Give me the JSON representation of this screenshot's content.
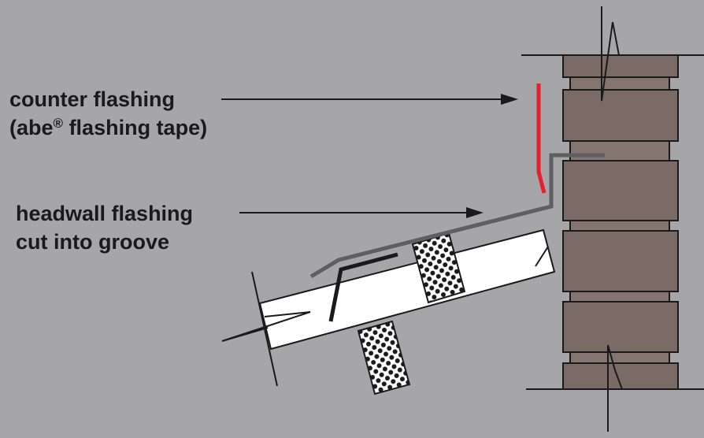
{
  "colors": {
    "background": "#a6a6a9",
    "brick": "#7a6b66",
    "mortar_band": "#857570",
    "counter_flashing": "#e8202e",
    "headwall_flashing": "#5e5f62",
    "wood": "#ffffff",
    "outline": "#1a1a1a"
  },
  "labels": {
    "counter_flashing": {
      "line1": "counter flashing",
      "line2_prefix": "(abe",
      "line2_mark": "®",
      "line2_suffix": " flashing tape)"
    },
    "headwall_flashing": {
      "line1": "headwall flashing",
      "line2": "cut into groove"
    }
  }
}
